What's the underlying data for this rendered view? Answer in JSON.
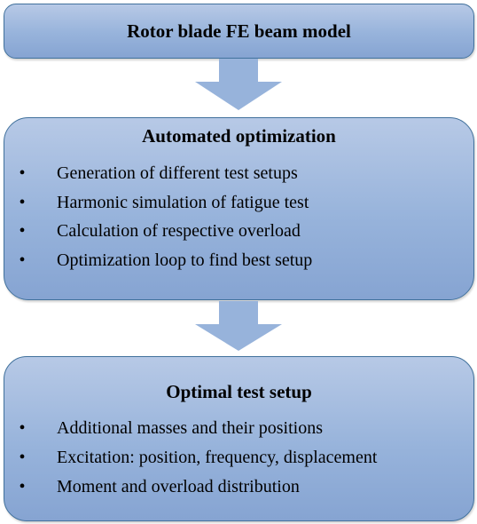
{
  "step1": {
    "title": "Rotor blade FE beam model"
  },
  "step2": {
    "title": "Automated optimization",
    "items": [
      "Generation of different test setups",
      "Harmonic simulation of fatigue test",
      "Calculation of respective overload",
      "Optimization loop to find best setup"
    ]
  },
  "step3": {
    "title": "Optimal test setup",
    "items": [
      "Additional masses and their positions",
      "Excitation: position, frequency, displacement",
      "Moment and overload distribution"
    ]
  },
  "bullet_glyph": "•",
  "colors": {
    "box_fill_top": "#b7c9e6",
    "box_fill_bottom": "#86a4d2",
    "box_border": "#41719c",
    "arrow_fill": "#97b3db"
  }
}
